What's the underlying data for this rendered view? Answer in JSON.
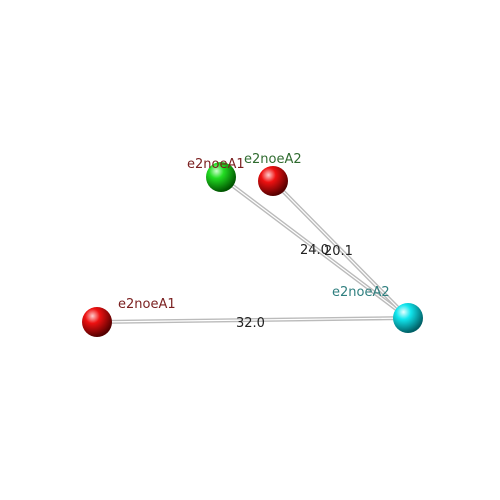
{
  "atoms": [
    {
      "id": "green",
      "label": "e2noeA1",
      "color": "#00cc00",
      "label_color": "#7a1f1f"
    },
    {
      "id": "red_top",
      "label": "e2noeA2",
      "color": "#dd0000",
      "label_color": "#2f6b2f"
    },
    {
      "id": "red_left",
      "label": "e2noeA1",
      "color": "#dd0000",
      "label_color": "#7a1f1f"
    },
    {
      "id": "cyan",
      "label": "e2noeA2",
      "color": "#00e5ee",
      "label_color": "#2f7f7f"
    }
  ],
  "distances": [
    {
      "from": "green",
      "to": "cyan",
      "value": "24.0"
    },
    {
      "from": "red_top",
      "to": "cyan",
      "value": "20.1"
    },
    {
      "from": "red_left",
      "to": "cyan",
      "value": "32.0"
    }
  ]
}
